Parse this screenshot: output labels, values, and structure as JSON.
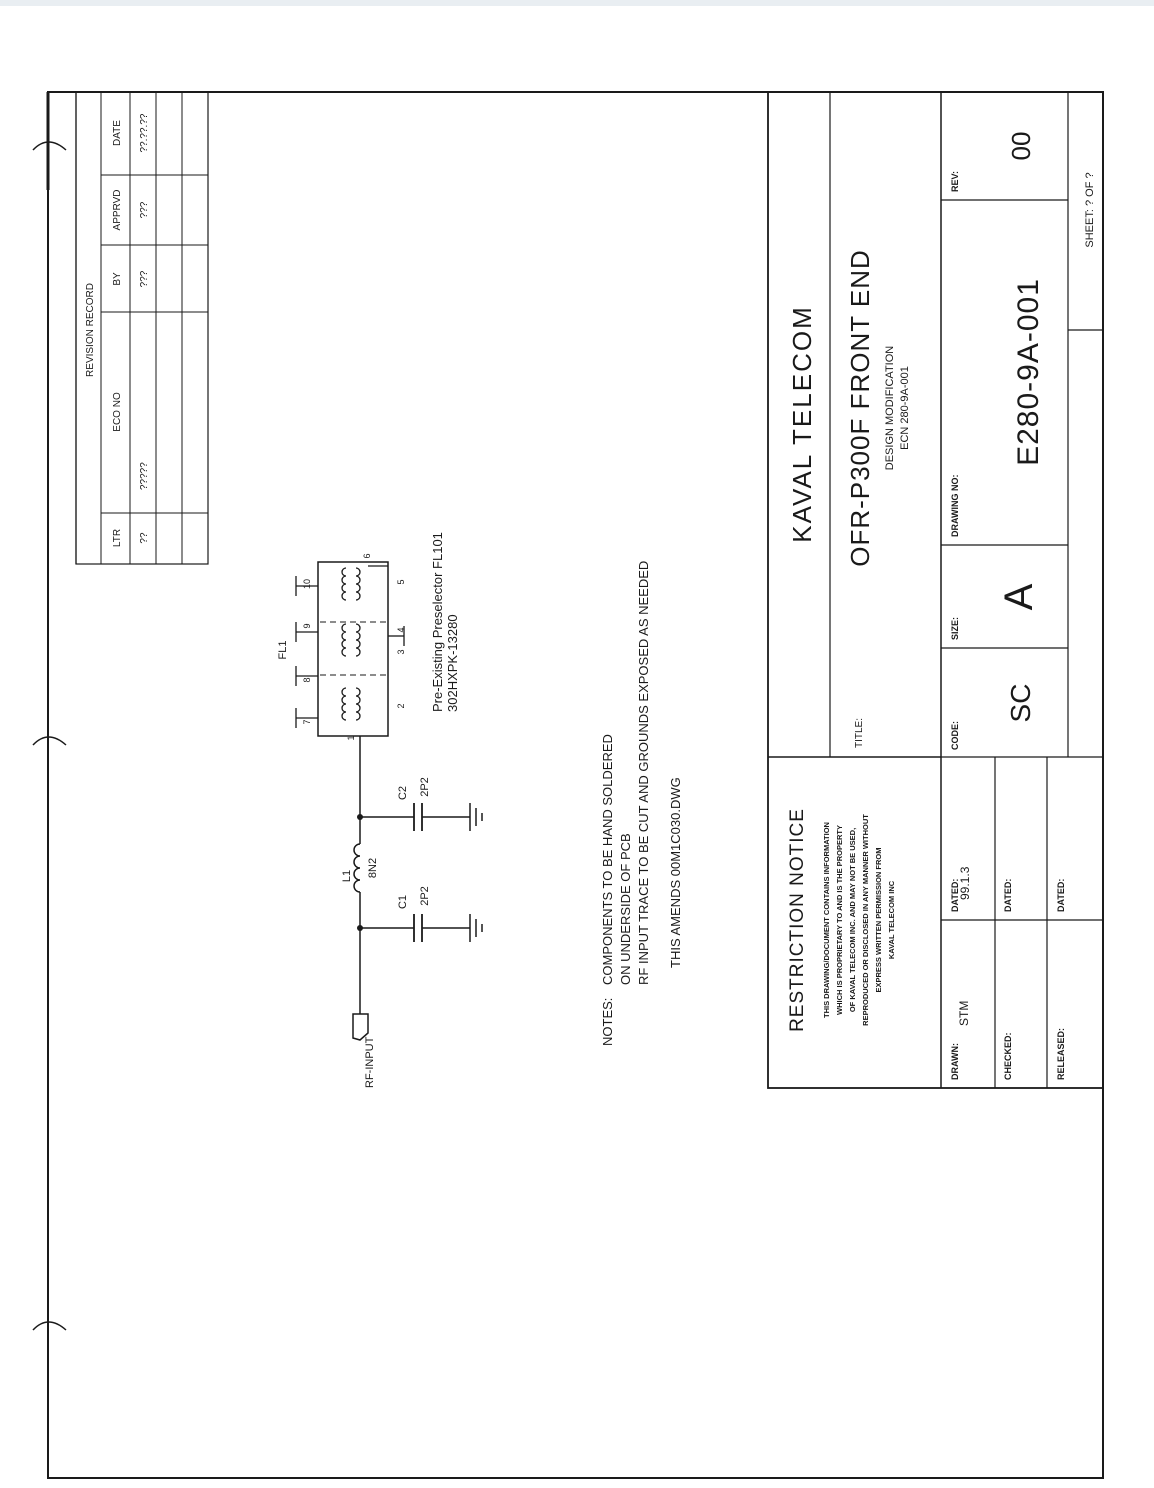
{
  "revision_record": {
    "title": "REVISION RECORD",
    "headers": [
      "LTR",
      "ECO NO",
      "BY",
      "APPRVD",
      "DATE"
    ],
    "rows": [
      [
        "??",
        "?????",
        "???",
        "???",
        "??.??.??"
      ]
    ]
  },
  "schematic": {
    "input_label": "RF-INPUT",
    "l1_ref": "L1",
    "l1_value": "8N2",
    "c1_ref": "C1",
    "c1_value": "2P2",
    "c2_ref": "C2",
    "c2_value": "2P2",
    "fl1_ref": "FL1",
    "node_1": "1",
    "pins": [
      "7",
      "8",
      "9",
      "10",
      "6",
      "2",
      "3",
      "4",
      "5"
    ],
    "preselector_line1": "Pre-Existing Preselector FL101",
    "preselector_line2": "302HXPK-13280"
  },
  "notes": {
    "label": "NOTES:",
    "lines": [
      "COMPONENTS TO BE HAND SOLDERED",
      "ON UNDERSIDE OF PCB",
      "RF INPUT TRACE TO BE CUT AND GROUNDS EXPOSED AS NEEDED",
      "THIS AMENDS 00M1C030.DWG"
    ]
  },
  "title_block": {
    "company": "KAVAL TELECOM",
    "title_label": "TITLE:",
    "title": "OFR-P300F FRONT END",
    "subtitle1": "DESIGN MODIFICATION",
    "subtitle2": "ECN 280-9A-001",
    "restriction_title": "RESTRICTION NOTICE",
    "restriction_lines": [
      "THIS DRAWING/DOCUMENT CONTAINS INFORMATION",
      "WHICH IS PROPRIETARY TO AND IS THE PROPERTY",
      "OF KAVAL TELECOM INC. AND MAY NOT BE USED,",
      "REPRODUCED OR DISCLOSED IN ANY MANNER WITHOUT",
      "EXPRESS WRITTEN PERMISSION FROM",
      "KAVAL TELECOM INC"
    ],
    "drawn_label": "DRAWN:",
    "drawn_value": "STM",
    "dated_label": "DATED:",
    "dated_value": "99.1.3",
    "checked_label": "CHECKED:",
    "checked_dated_label": "DATED:",
    "released_label": "RELEASED:",
    "released_dated_label": "DATED:",
    "code_label": "CODE:",
    "code_value": "SC",
    "size_label": "SIZE:",
    "size_value": "A",
    "drawing_no_label": "DRAWING NO:",
    "drawing_no_value": "E280-9A-001",
    "rev_label": "REV:",
    "rev_value": "00",
    "sheet": "SHEET: ? OF ?"
  }
}
